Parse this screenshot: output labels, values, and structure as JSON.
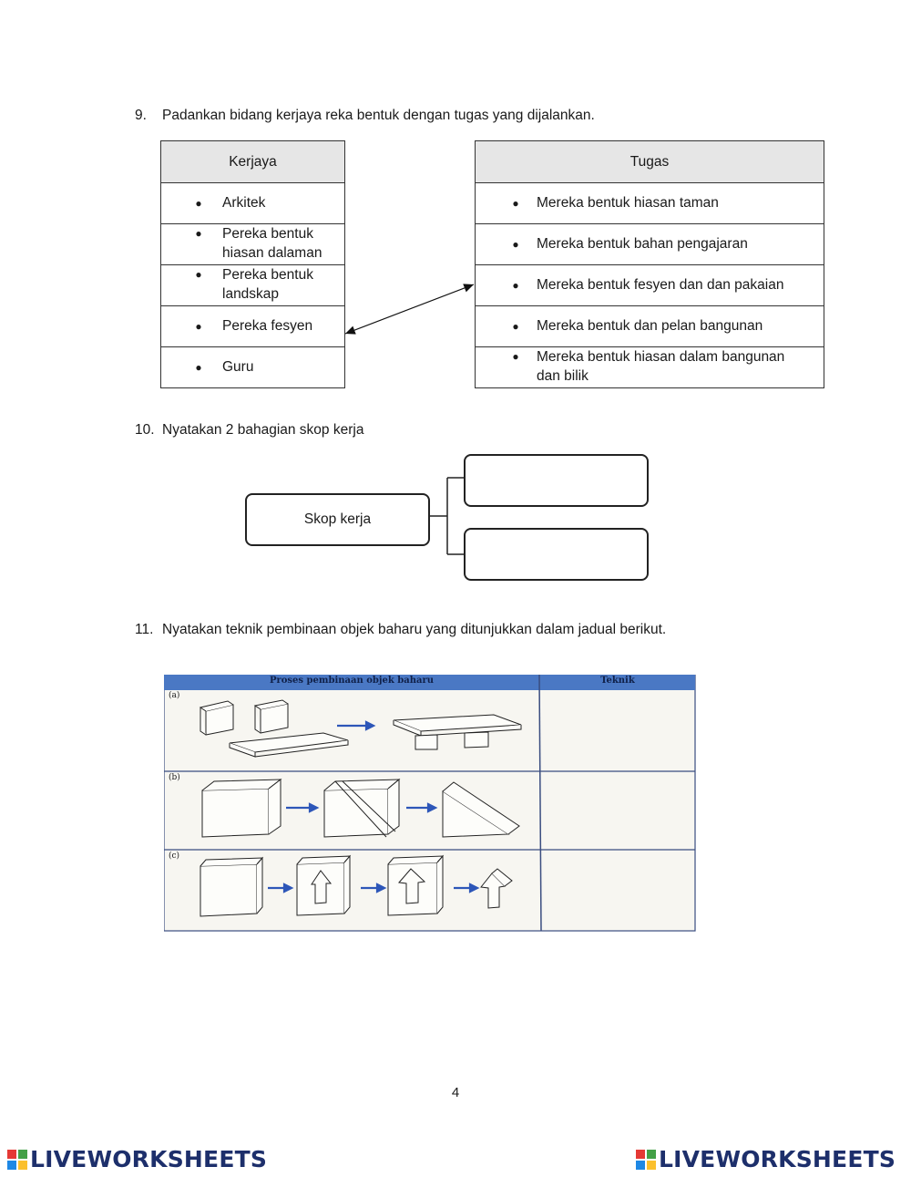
{
  "q9": {
    "number": "9.",
    "text": "Padankan bidang kerjaya reka bentuk dengan tugas yang dijalankan.",
    "left_header": "Kerjaya",
    "right_header": "Tugas",
    "kerjaya": [
      "Arkitek",
      "Pereka bentuk hiasan dalaman",
      "Pereka bentuk landskap",
      "Pereka fesyen",
      "Guru"
    ],
    "tugas": [
      "Mereka bentuk hiasan taman",
      "Mereka bentuk bahan pengajaran",
      "Mereka bentuk fesyen dan dan pakaian",
      "Mereka bentuk dan pelan bangunan",
      "Mereka bentuk hiasan dalam bangunan dan bilik"
    ],
    "bullet": "●"
  },
  "q10": {
    "number": "10.",
    "text": "Nyatakan 2 bahagian skop kerja",
    "center_label": "Skop kerja",
    "answer_1": "",
    "answer_2": ""
  },
  "q11": {
    "number": "11.",
    "text": "Nyatakan teknik pembinaan objek baharu yang ditunjukkan dalam jadual berikut.",
    "table_header_left": "Proses pembinaan objek baharu",
    "table_header_right": "Teknik",
    "rows": [
      {
        "label": "(a)",
        "answer": ""
      },
      {
        "label": "(b)",
        "answer": ""
      },
      {
        "label": "(c)",
        "answer": ""
      }
    ]
  },
  "page_number": "4",
  "brand": {
    "name": "LIVEWORKSHEETS",
    "colors": [
      "#e53935",
      "#43a047",
      "#1e88e5",
      "#fbc02d"
    ],
    "text_color": "#1d2f6b"
  }
}
